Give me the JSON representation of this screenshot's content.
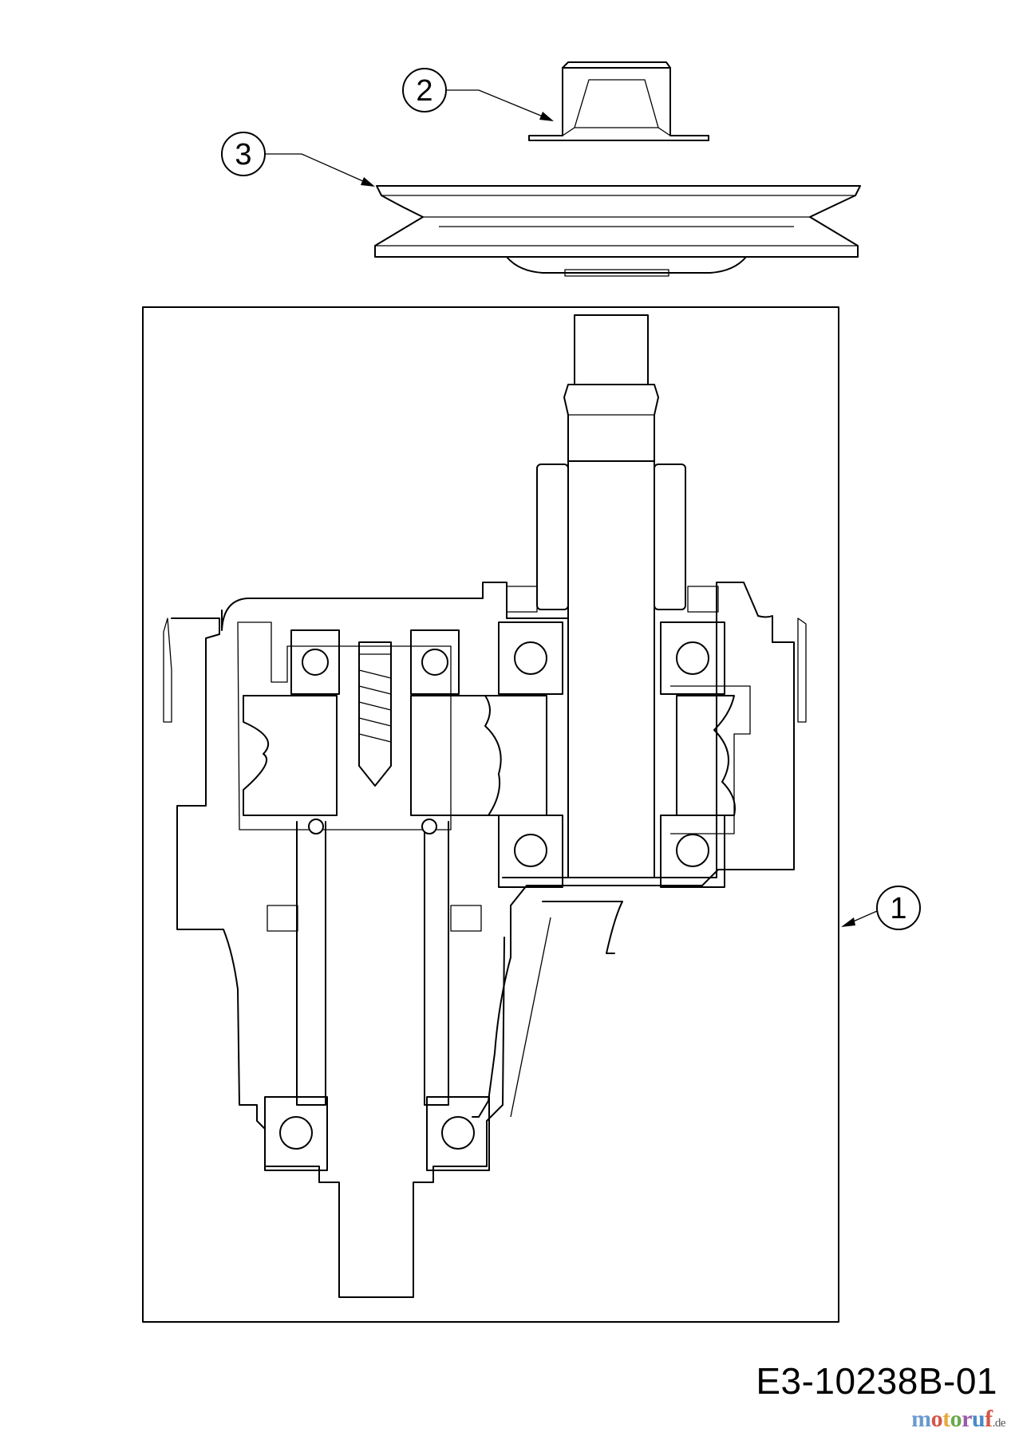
{
  "callouts": [
    {
      "label": "1"
    },
    {
      "label": "2"
    },
    {
      "label": "3"
    }
  ],
  "diagram_code": "E3-10238B-01",
  "watermark": {
    "brand": "motoruf",
    "tld": ".de",
    "colors": [
      "#6a9ad0",
      "#d5574a",
      "#e5a93a",
      "#6aaa4a",
      "#9a5aa8",
      "#4a8ac8",
      "#d5574a"
    ]
  }
}
